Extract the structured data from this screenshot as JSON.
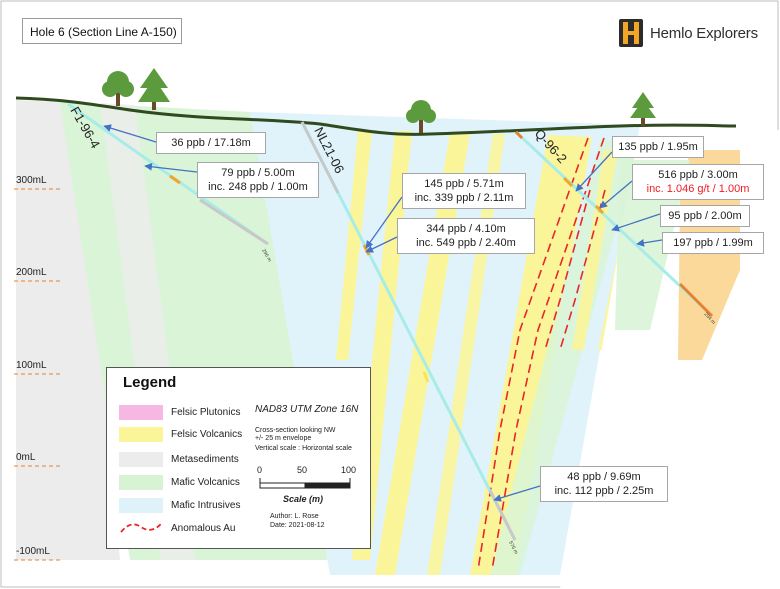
{
  "title": "Hole 6 (Section Line A-150)",
  "logo": {
    "name": "Hemlo Explorers",
    "colors": [
      "#f2a527",
      "#2b2b2b"
    ]
  },
  "elevations": [
    "300mL",
    "200mL",
    "100mL",
    "0mL",
    "-100mL"
  ],
  "holes": [
    {
      "name": "F1-96-4",
      "end_depth": "296 m"
    },
    {
      "name": "NL21-06",
      "end_depth": "576 m"
    },
    {
      "name": "Q-96-2",
      "end_depth": "294 m"
    }
  ],
  "callouts": [
    {
      "id": "c1",
      "lines": [
        "36 ppb / 17.18m"
      ]
    },
    {
      "id": "c2",
      "lines": [
        "79 ppb / 5.00m",
        "inc. 248 ppb / 1.00m"
      ]
    },
    {
      "id": "c3",
      "lines": [
        "145 ppb / 5.71m",
        "inc. 339 ppb / 2.11m"
      ]
    },
    {
      "id": "c4",
      "lines": [
        "344 ppb / 4.10m",
        "inc. 549 ppb / 2.40m"
      ]
    },
    {
      "id": "c5",
      "lines": [
        "135 ppb / 1.95m"
      ]
    },
    {
      "id": "c6",
      "lines": [
        "516 ppb / 3.00m"
      ],
      "highlight": "inc. 1.046 g/t / 1.00m"
    },
    {
      "id": "c7",
      "lines": [
        "95 ppb / 2.00m"
      ]
    },
    {
      "id": "c8",
      "lines": [
        "197 ppb / 1.99m"
      ]
    },
    {
      "id": "c9",
      "lines": [
        "48 ppb / 9.69m",
        "inc. 112 ppb / 2.25m"
      ]
    }
  ],
  "legend": {
    "title": "Legend",
    "items": [
      {
        "label": "Felsic Plutonics",
        "color": "#f6b7e3"
      },
      {
        "label": "Felsic Volcanics",
        "color": "#fbf59a"
      },
      {
        "label": "Metasediments",
        "color": "#ececec"
      },
      {
        "label": "Mafic Volcanics",
        "color": "#d7f3d3"
      },
      {
        "label": "Mafic Intrusives",
        "color": "#dff2fa"
      },
      {
        "label": "Anomalous Au",
        "color": "#e8262a"
      }
    ],
    "projection": "NAD83 UTM Zone 16N",
    "notes": [
      "Cross-section looking NW",
      "+/- 25 m envelope",
      "Vertical scale : Horizontal scale"
    ],
    "scale_ticks": [
      "0",
      "50",
      "100"
    ],
    "scale_title": "Scale (m)",
    "author": "Author: L. Rose",
    "date": "Date: 2021-08-12"
  },
  "colors": {
    "sky": "#ffffff",
    "ground": "#2f4a1e",
    "tree": "#5b9b3d",
    "drillhole": "#a7ece9",
    "arrow": "#4472c4",
    "anomalous": "#e8262a",
    "orange_unit": "#fbd99a"
  }
}
